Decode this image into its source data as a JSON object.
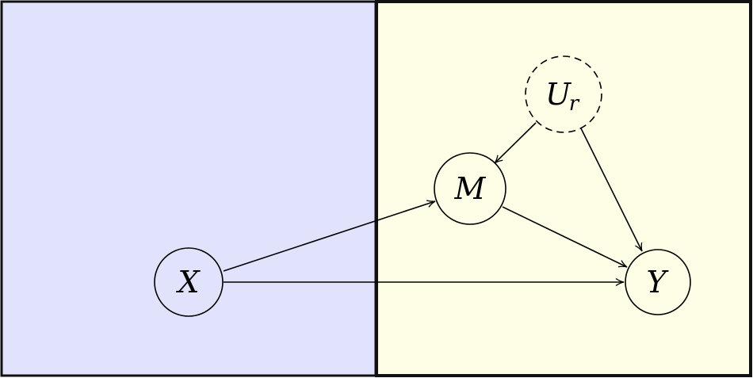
{
  "colors": {
    "left_region_fill": "#e1e3fd",
    "right_region_fill": "#fefee6",
    "border": "#111111",
    "node_fill": "#fefee6",
    "node_fill_left": "#e1e3fd",
    "stroke": "#000000"
  },
  "nodes": {
    "x": {
      "label": "X",
      "style": "solid"
    },
    "m": {
      "label": "M",
      "style": "solid"
    },
    "y": {
      "label": "Y",
      "style": "solid"
    },
    "ur": {
      "label": "U",
      "sub": "r",
      "style": "dashed"
    }
  },
  "edges": [
    {
      "from": "X",
      "to": "M"
    },
    {
      "from": "X",
      "to": "Y"
    },
    {
      "from": "M",
      "to": "Y"
    },
    {
      "from": "U_r",
      "to": "M"
    },
    {
      "from": "U_r",
      "to": "Y"
    }
  ]
}
